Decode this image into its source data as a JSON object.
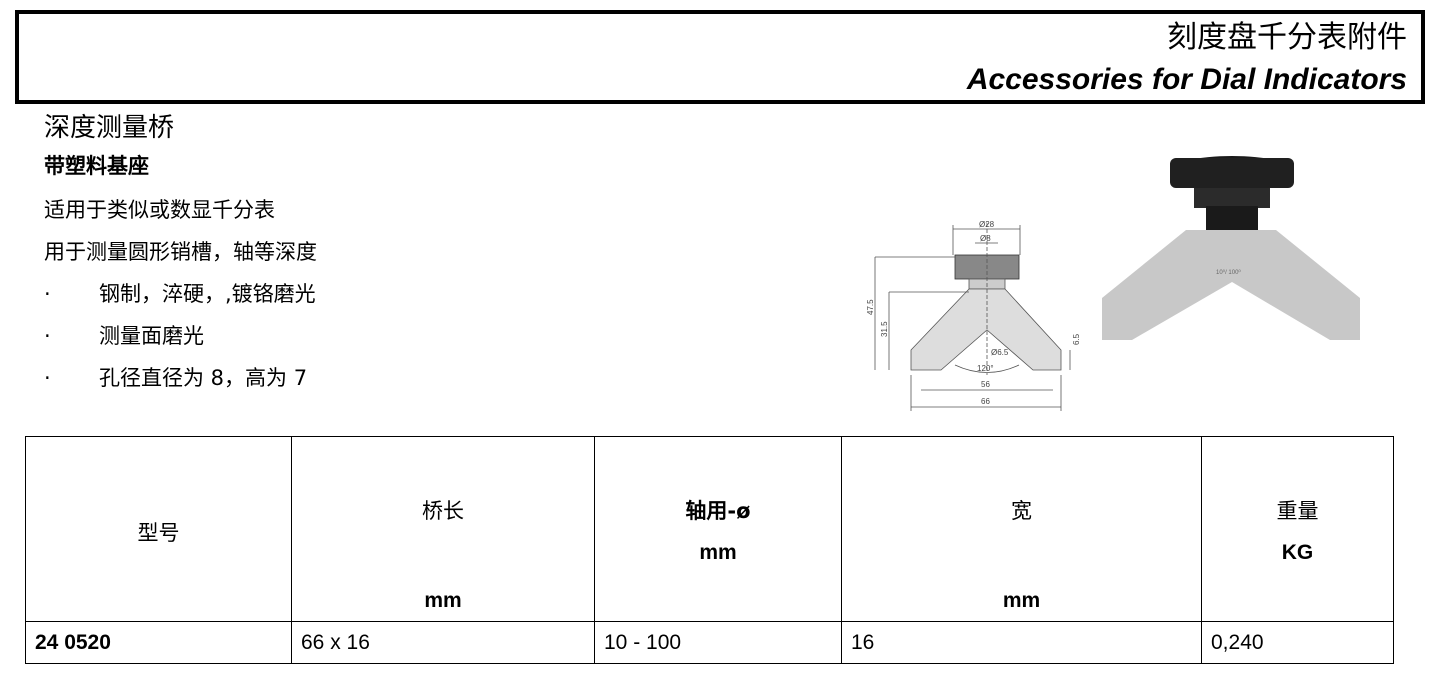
{
  "header": {
    "title_zh": "刻度盘千分表附件",
    "title_en": "Accessories for Dial Indicators"
  },
  "product": {
    "title": "深度测量桥",
    "subtitle": "带塑料基座",
    "lines": [
      "适用于类似或数显千分表",
      "用于测量圆形销槽，轴等深度"
    ],
    "bullets": [
      {
        "dot": "·",
        "text": "钢制，淬硬，,镀铬磨光"
      },
      {
        "dot": "·",
        "text": "测量面磨光"
      },
      {
        "dot": "·",
        "text": "孔径直径为 8，高为 7"
      }
    ]
  },
  "drawing": {
    "dims": {
      "d28": "Ø28",
      "d8": "Ø8",
      "h47": "47.5",
      "h31": "31.5",
      "h65": "6.5",
      "d65": "Ø6.5",
      "angle": "120°",
      "w56": "56",
      "w66": "66"
    }
  },
  "photo": {
    "label": "10⁰/ 100⁰"
  },
  "table": {
    "headers": [
      {
        "label": "型号",
        "unit": ""
      },
      {
        "label": "桥长",
        "unit": "mm"
      },
      {
        "label": "轴用-ø",
        "unit": "mm"
      },
      {
        "label": "宽",
        "unit": "mm"
      },
      {
        "label": "重量",
        "unit": "KG"
      }
    ],
    "rows": [
      [
        "24 0520",
        "66 x 16",
        "10 - 100",
        "16",
        "0,240"
      ]
    ]
  }
}
